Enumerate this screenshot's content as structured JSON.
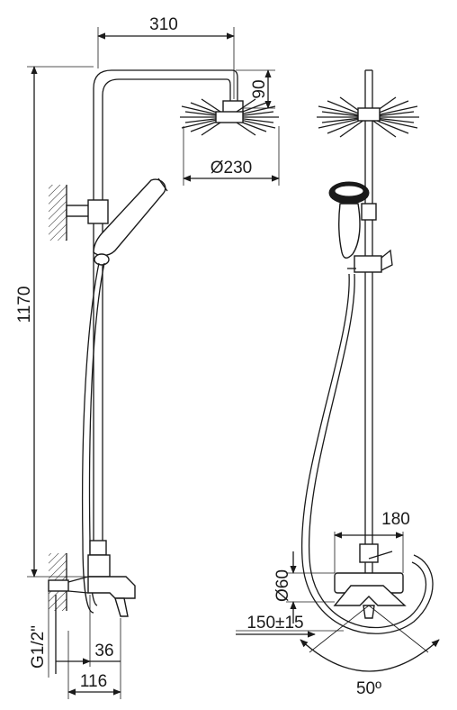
{
  "dimensions": {
    "width_arm": "310",
    "head_drop": "90",
    "head_diameter": "Ø230",
    "total_height": "1170",
    "inlet_thread": "G1/2\"",
    "depth_36": "36",
    "depth_116": "116",
    "mixer_width": "180",
    "mixer_diameter": "Ø60",
    "inlet_spacing": "150±15",
    "swivel_angle": "50º"
  }
}
